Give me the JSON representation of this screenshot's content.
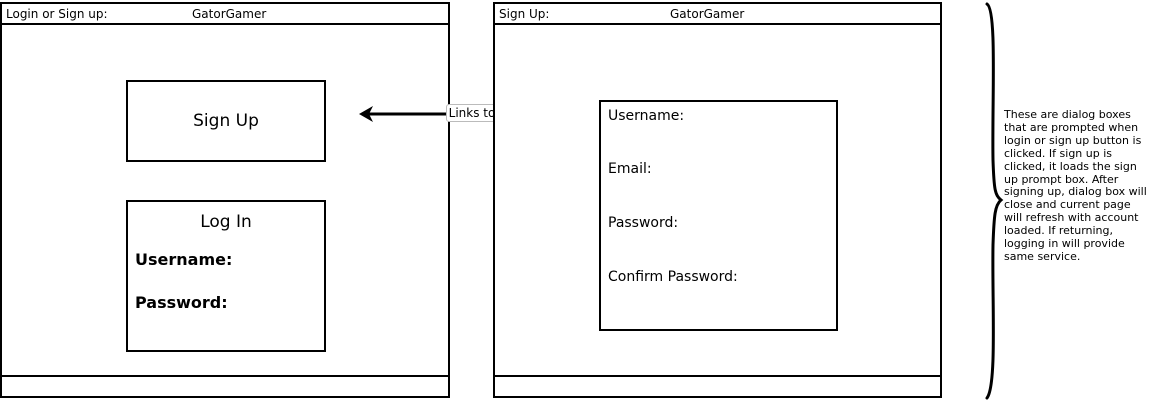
{
  "left_window": {
    "title": "Login or Sign up:",
    "app_name": "GatorGamer",
    "signup_box": {
      "label": "Sign Up"
    },
    "login_box": {
      "title": "Log In",
      "username_label": "Username:",
      "password_label": "Password:"
    }
  },
  "connector": {
    "label": "Links to"
  },
  "right_window": {
    "title": "Sign Up:",
    "app_name": "GatorGamer",
    "form": {
      "username_label": "Username:",
      "email_label": "Email:",
      "password_label": "Password:",
      "confirm_password_label": "Confirm Password:"
    }
  },
  "note": {
    "text": "These are dialog boxes that are prompted when login or sign up button is clicked. If sign up is clicked, it loads the sign up prompt box. After signing up, dialog box will close and current page will refresh with account loaded. If returning, logging in will provide same service."
  }
}
